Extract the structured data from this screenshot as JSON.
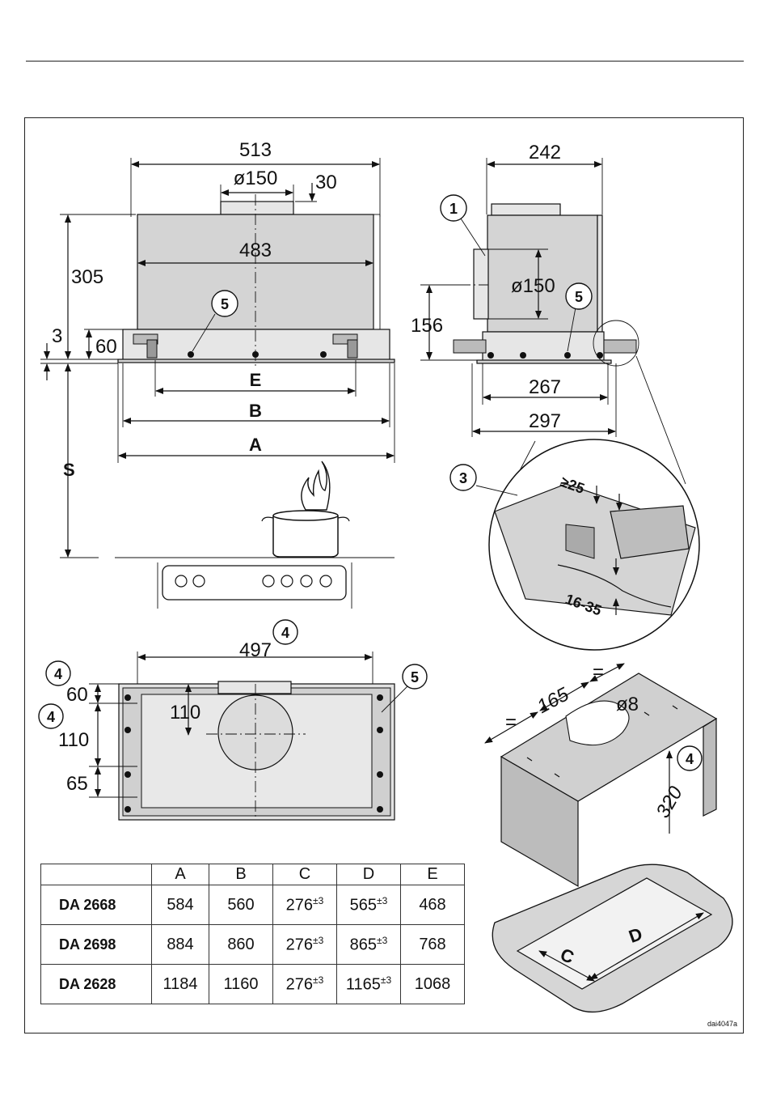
{
  "dimensions": {
    "front_width": "513",
    "duct_diameter": "ø150",
    "duct_collar": "30",
    "inner_width": "483",
    "total_height": "305",
    "lip": "3",
    "base_height": "60",
    "E": "E",
    "B": "B",
    "A": "A",
    "S": "S",
    "side_depth": "242",
    "side_duct": "ø150",
    "side_height": "156",
    "side_267": "267",
    "side_297": "297",
    "detail_gap": "≥25",
    "detail_range": "16-35",
    "plan_width": "497",
    "plan_60": "60",
    "plan_110": "110",
    "plan_110_b": "110",
    "plan_65": "65",
    "cab_165": "165",
    "cab_eq": "=",
    "cab_hole": "ø8",
    "cab_320": "320",
    "cut_C": "C",
    "cut_D": "D"
  },
  "callouts": [
    "1",
    "3",
    "4",
    "5"
  ],
  "table": {
    "headers": [
      "",
      "A",
      "B",
      "C",
      "D",
      "E"
    ],
    "tolerance": "±3",
    "rows": [
      {
        "model": "DA 2668",
        "A": "584",
        "B": "560",
        "C": "276",
        "D": "565",
        "E": "468"
      },
      {
        "model": "DA 2698",
        "A": "884",
        "B": "860",
        "C": "276",
        "D": "865",
        "E": "768"
      },
      {
        "model": "DA 2628",
        "A": "1184",
        "B": "1160",
        "C": "276",
        "D": "1165",
        "E": "1068"
      }
    ]
  },
  "reference": "dai4047a"
}
